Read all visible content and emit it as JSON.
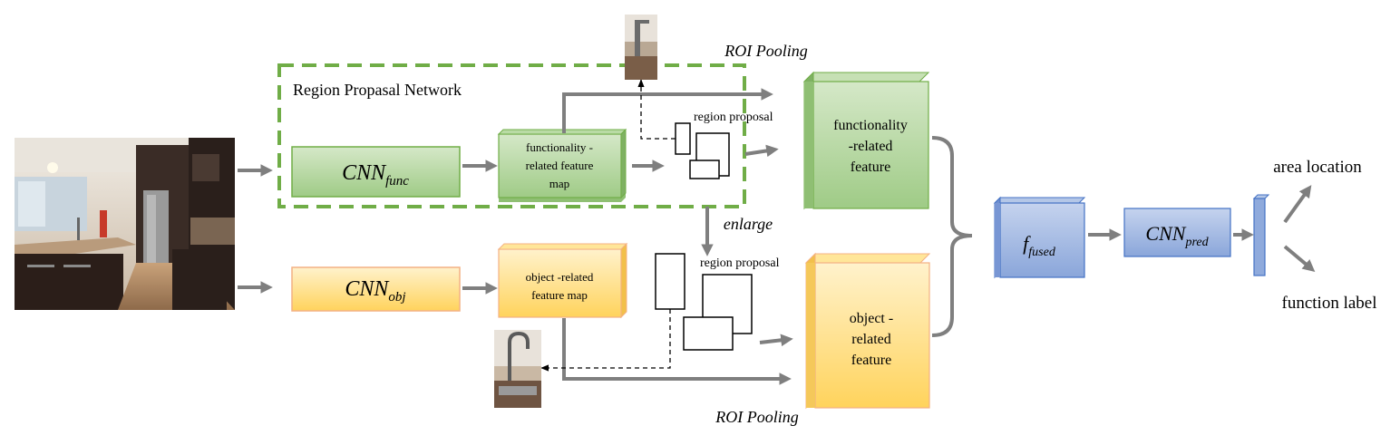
{
  "labels": {
    "rpn_title": "Region Propasal Network",
    "roi_pooling_top": "ROI Pooling",
    "roi_pooling_bottom": "ROI Pooling",
    "enlarge": "enlarge",
    "region_proposal_top": "region proposal",
    "region_proposal_bottom": "region proposal",
    "area_location": "area location",
    "function_label": "function label"
  },
  "boxes": {
    "cnn_func": {
      "main": "CNN",
      "sub": "func"
    },
    "cnn_obj": {
      "main": "CNN",
      "sub": "obj"
    },
    "cnn_pred": {
      "main": "CNN",
      "sub": "pred"
    },
    "f_fused": {
      "main": "f",
      "sub": "fused"
    },
    "func_map": {
      "lines": [
        "functionality -",
        "related feature",
        "map"
      ]
    },
    "obj_map": {
      "lines": [
        "object -related",
        "feature map"
      ]
    },
    "func_feature": {
      "lines": [
        "functionality",
        "-related",
        "feature"
      ]
    },
    "obj_feature": {
      "lines": [
        "object -",
        "related",
        "feature"
      ]
    }
  },
  "colors": {
    "green_fill": "#a9d18e",
    "green_light": "#d5e8c8",
    "green_dashed": "#70ad47",
    "orange_fill": "#ffd966",
    "orange_light": "#fff2cc",
    "blue_fill": "#8faadc",
    "blue_light": "#c5d3ee",
    "arrow_gray": "#7f7f7f"
  },
  "icons": {
    "kitchen_photo": "kitchen-photo-icon",
    "faucet_crop_top": "faucet-crop-top-icon",
    "faucet_crop_bottom": "faucet-crop-bottom-icon"
  }
}
